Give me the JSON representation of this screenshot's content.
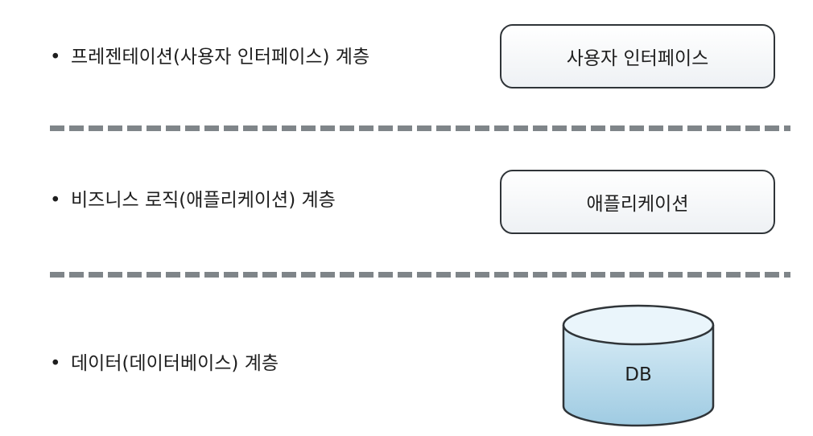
{
  "tiers": [
    {
      "bullet": "•",
      "label": "프레젠테이션(사용자 인터페이스) 계층",
      "component": "사용자 인터페이스"
    },
    {
      "bullet": "•",
      "label": "비즈니스 로직(애플리케이션) 계층",
      "component": "애플리케이션"
    },
    {
      "bullet": "•",
      "label": "데이터(데이터베이스) 계층",
      "component": "DB"
    }
  ],
  "colors": {
    "box_border": "#2f3438",
    "divider": "#7f8589",
    "db_fill_top": "#d8ecf6",
    "db_fill_bottom": "#9fcbe2"
  }
}
